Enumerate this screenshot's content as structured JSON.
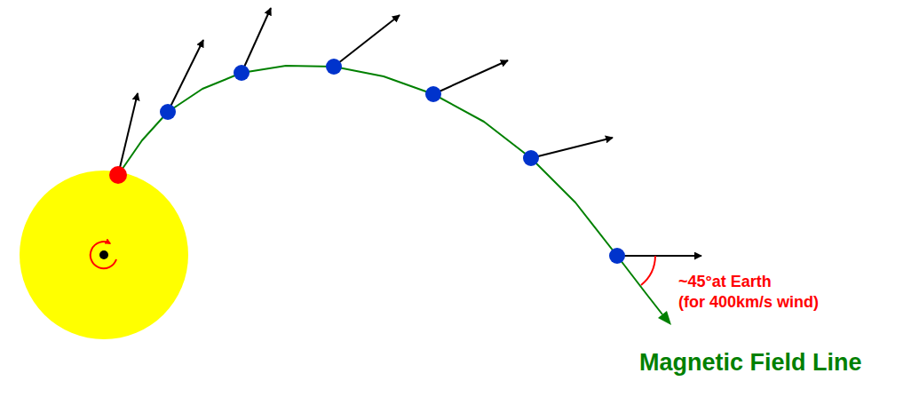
{
  "diagram": {
    "labels": [
      "~45°at Earth",
      "(for 400km/s wind)",
      "Magnetic Field Line"
    ]
  }
}
